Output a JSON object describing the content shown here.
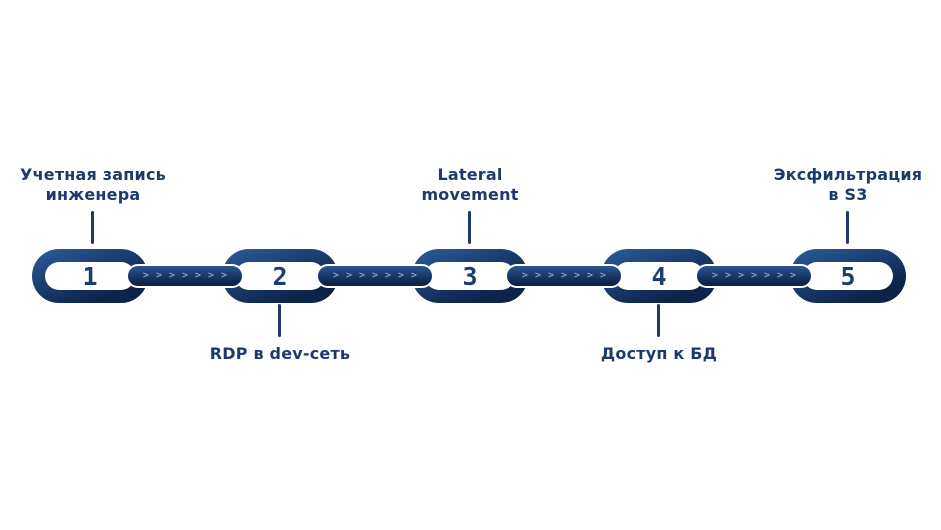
{
  "diagram": {
    "type": "attack-chain",
    "steps": [
      {
        "number": "1",
        "label": "Учетная запись инженера",
        "label_lines": [
          "Учетная запись",
          "инженера"
        ],
        "label_position": "top"
      },
      {
        "number": "2",
        "label": "RDP в dev-сеть",
        "label_lines": [
          "RDP в dev-сеть"
        ],
        "label_position": "bottom"
      },
      {
        "number": "3",
        "label": "Lateral movement",
        "label_lines": [
          "Lateral",
          "movement"
        ],
        "label_position": "top"
      },
      {
        "number": "4",
        "label": "Доступ к БД",
        "label_lines": [
          "Доступ к БД"
        ],
        "label_position": "bottom"
      },
      {
        "number": "5",
        "label": "Эксфильтрация в S3",
        "label_lines": [
          "Эксфильтрация",
          "в S3"
        ],
        "label_position": "top"
      }
    ],
    "connector_chevrons": ">>>>>>>",
    "colors": {
      "background": "#ffffff",
      "link_top": "#2d5c9e",
      "link_bottom": "#0c2449",
      "bar_top": "#2a5694",
      "bar_bottom": "#0b2347",
      "number": "#1c3d74",
      "text": "#1e3a6d",
      "chevron": "#8fa9cf"
    }
  }
}
